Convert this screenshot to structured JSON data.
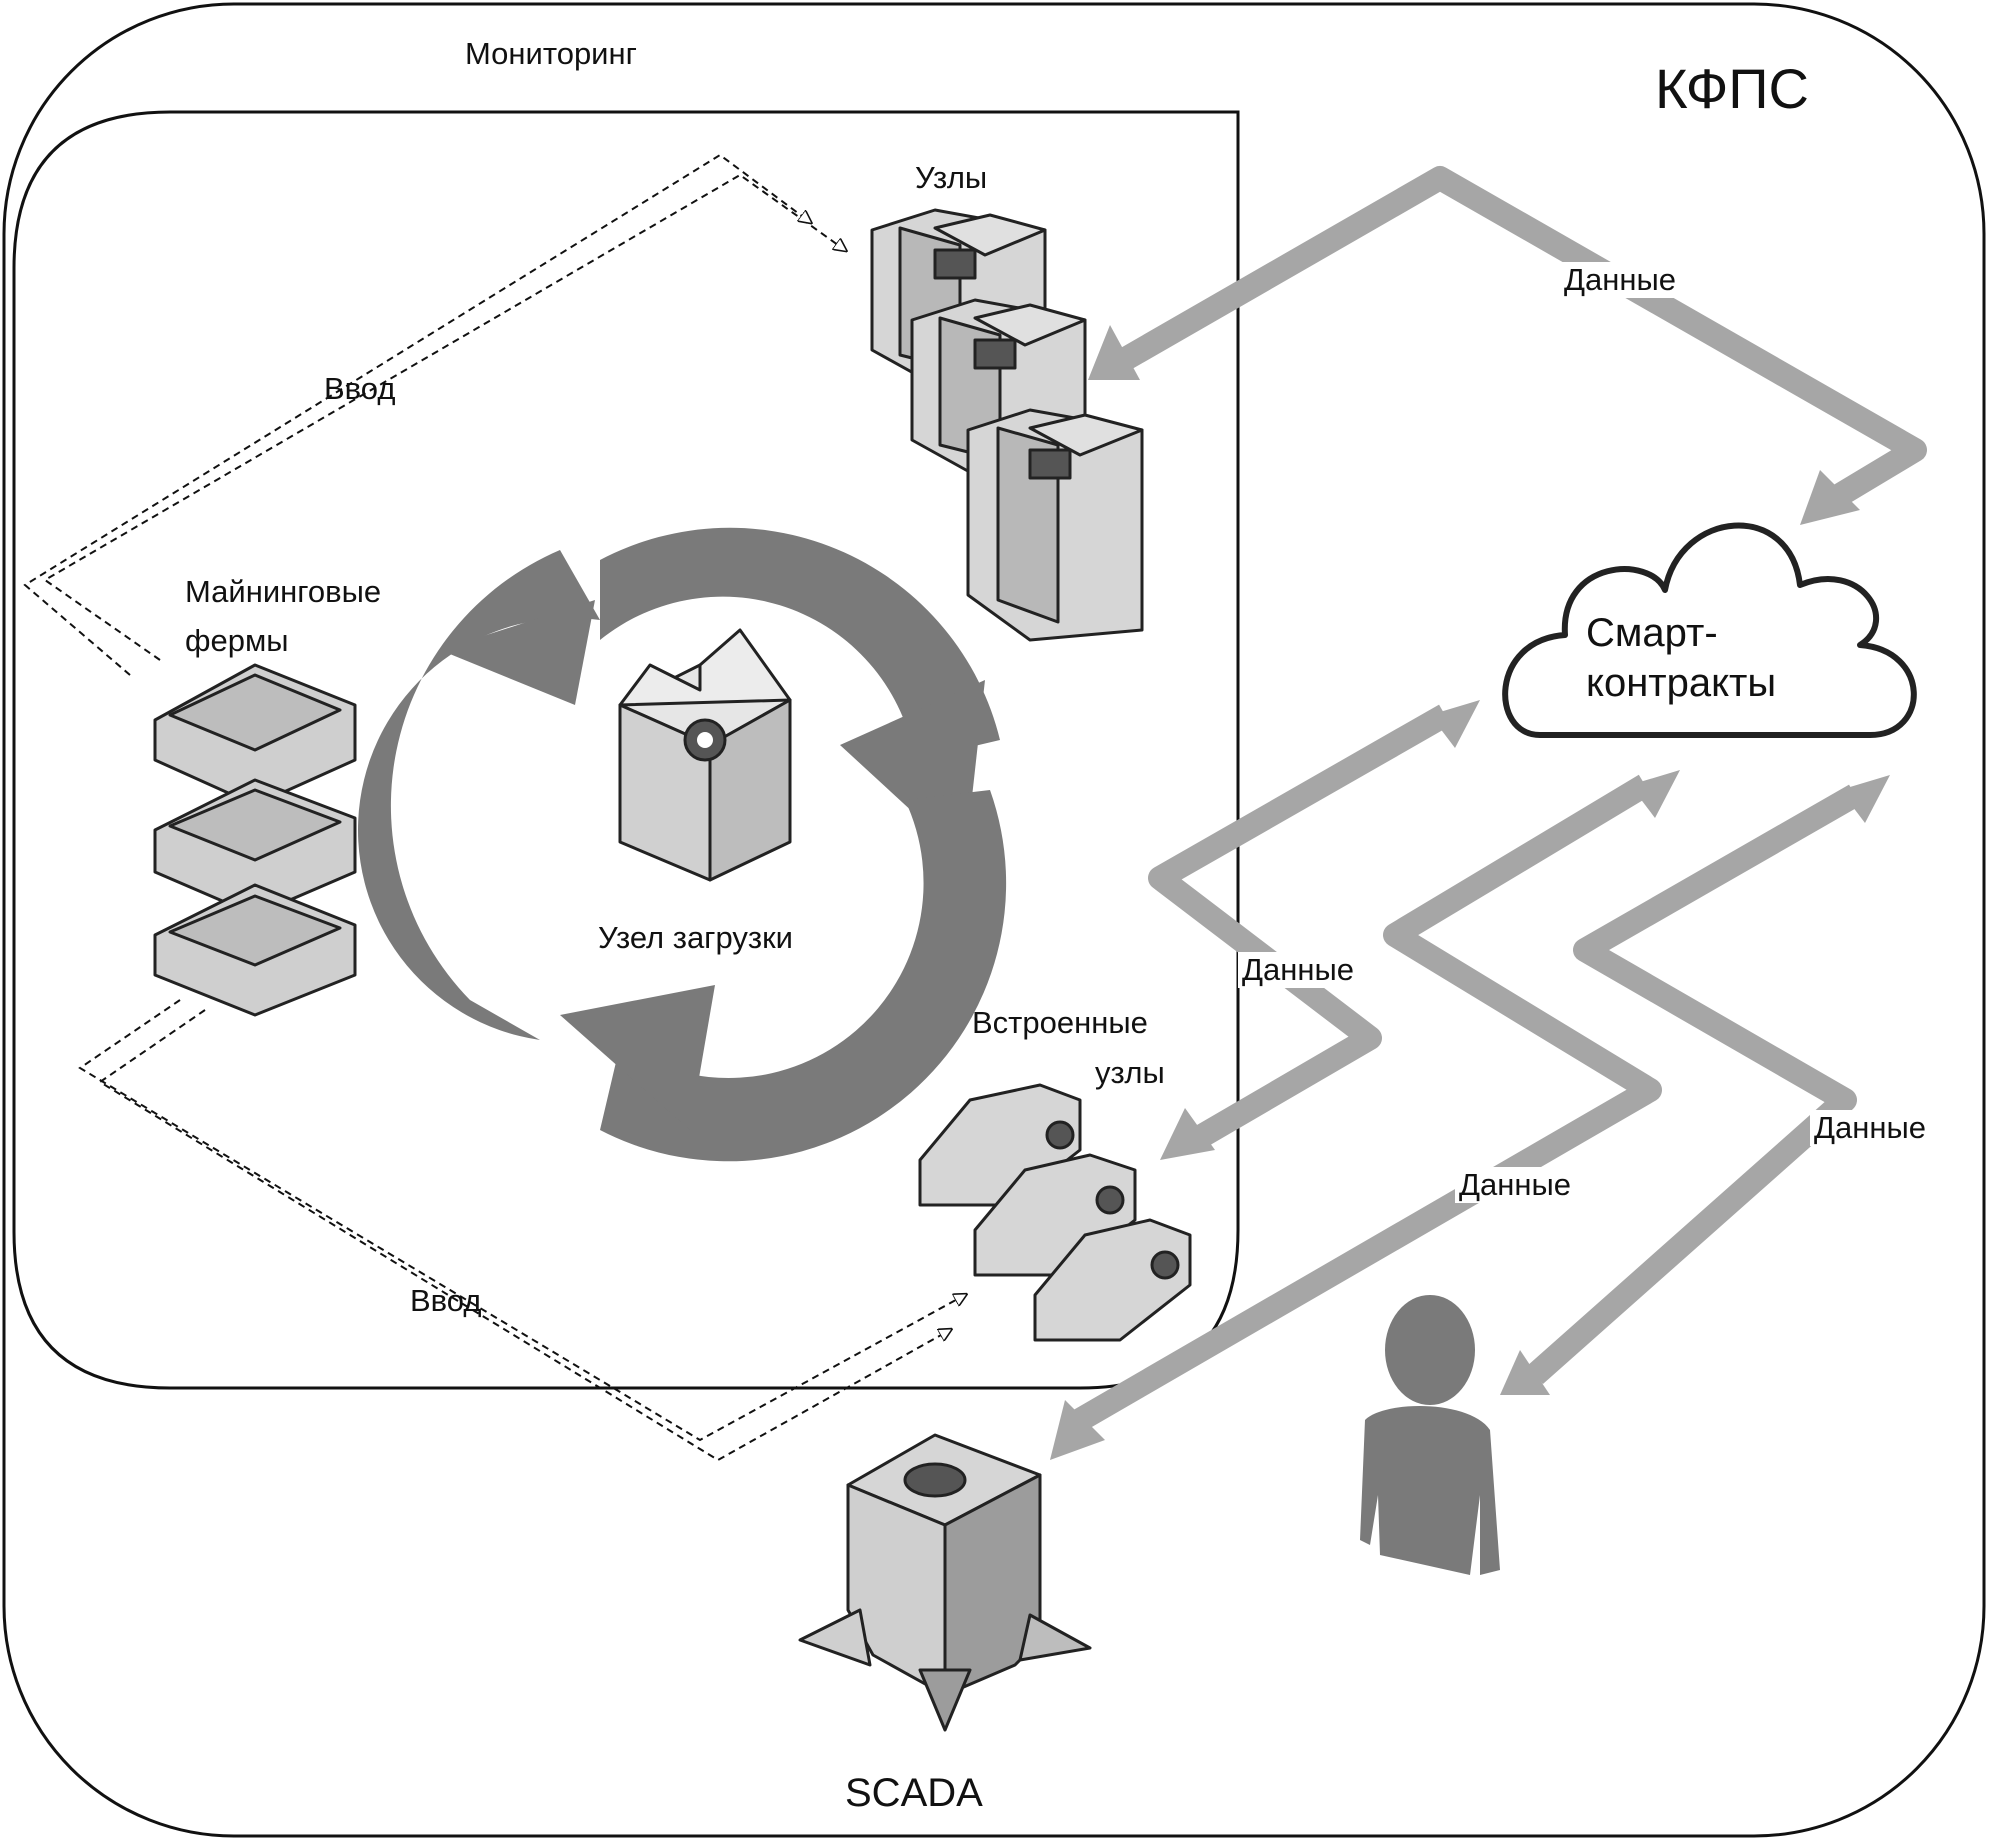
{
  "outer_title": "КФПС",
  "inner_title": "Мониторинг",
  "nodes": {
    "uzly": "Узлы",
    "mining_line1": "Майнинговые",
    "mining_line2": "фермы",
    "boot_node": "Узел загрузки",
    "embedded_line1": "Встроенные",
    "embedded_line2": "узлы",
    "smart_line1": "Смарт-",
    "smart_line2": "контракты",
    "scada": "SCADA"
  },
  "flows": {
    "input_top": "Ввод",
    "input_bottom": "Ввод",
    "data_top": "Данные",
    "data_embedded": "Данные",
    "data_scada": "Данные",
    "data_user": "Данные"
  },
  "icons": [
    "server-stack-icon",
    "mining-farm-icon",
    "boot-node-icon",
    "cycle-arrows-icon",
    "embedded-node-icon",
    "cloud-icon",
    "scada-device-icon",
    "user-icon"
  ],
  "colors": {
    "data_arrow": "#a6a6a6",
    "cycle_arrow": "#7a7a7a",
    "device_face": "#d6d6d6",
    "outline": "#111111"
  }
}
